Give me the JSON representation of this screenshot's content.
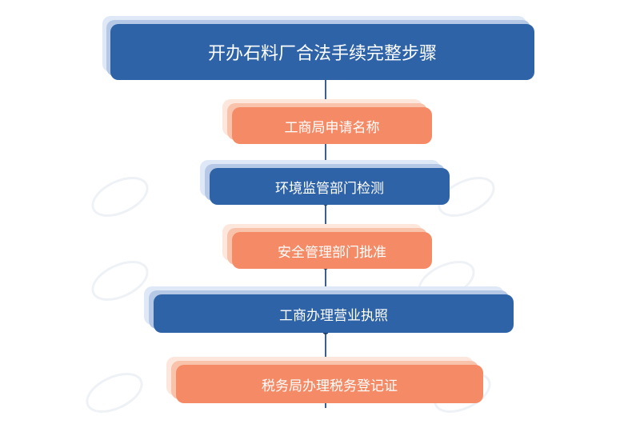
{
  "diagram": {
    "title": "开办石料厂合法手续完整步骤",
    "steps": [
      "工商局申请名称",
      "环境监管部门检测",
      "安全管理部门批准",
      "工商办理营业执照",
      "税务局办理税务登记证"
    ]
  },
  "colors": {
    "blue": "#2f63a8",
    "orange": "#f58b66",
    "connector": "#1f3e6b"
  }
}
